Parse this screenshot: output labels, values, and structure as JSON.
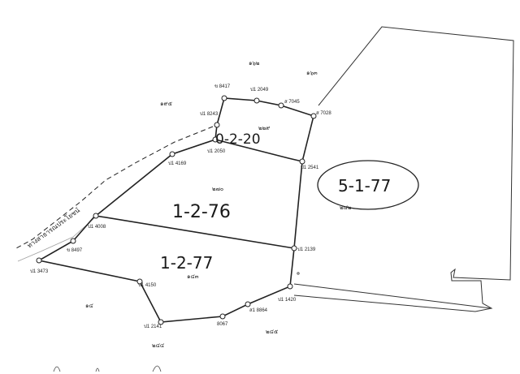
{
  "map": {
    "road_label": "ทางสาธารณประโยชน์",
    "areas": [
      {
        "id": "top",
        "text": "0-2-20"
      },
      {
        "id": "middle",
        "text": "1-2-76"
      },
      {
        "id": "bottom",
        "text": "1-2-77"
      },
      {
        "id": "right",
        "text": "5-1-77"
      }
    ],
    "parcel_numbers": [
      {
        "id": "p-top-1",
        "text": "๑๖๒"
      },
      {
        "id": "p-top-2",
        "text": "๑๖๓"
      },
      {
        "id": "p-left-top",
        "text": "๑๙๕"
      },
      {
        "id": "p-inner-top",
        "text": "๒๒๙"
      },
      {
        "id": "p-middle",
        "text": "๒๗๐"
      },
      {
        "id": "p-right",
        "text": "๒๔๒"
      },
      {
        "id": "p-bottom",
        "text": "๑๔๓"
      },
      {
        "id": "p-left-bottom",
        "text": "๑๔"
      },
      {
        "id": "p-bottom-left",
        "text": "๒๔๔"
      },
      {
        "id": "p-bottom-right",
        "text": "๒๔๕"
      }
    ],
    "stakes": [
      {
        "id": "s-8417",
        "label": "ข 8417"
      },
      {
        "id": "s-2049",
        "label": "ป1 2049"
      },
      {
        "id": "s-7045",
        "label": "ส 7045"
      },
      {
        "id": "s-7028",
        "label": "ส 7028"
      },
      {
        "id": "s-8243",
        "label": "ป1 8243"
      },
      {
        "id": "s-2050",
        "label": "ป1 2050"
      },
      {
        "id": "s-2541",
        "label": "ป1 2541"
      },
      {
        "id": "s-4169",
        "label": "ป1 4169"
      },
      {
        "id": "s-4008",
        "label": "ป1 4008"
      },
      {
        "id": "s-8497",
        "label": "ข 8497"
      },
      {
        "id": "s-3473",
        "label": "ป1 3473"
      },
      {
        "id": "s-2139",
        "label": "ป1 2139"
      },
      {
        "id": "s-4150",
        "label": "ป1 4150"
      },
      {
        "id": "s-1420",
        "label": "ป1 1420"
      },
      {
        "id": "s-8864",
        "label": "ส1 8864"
      },
      {
        "id": "s-8067",
        "label": "8067"
      },
      {
        "id": "s-2141",
        "label": "ป1 2141"
      }
    ]
  }
}
